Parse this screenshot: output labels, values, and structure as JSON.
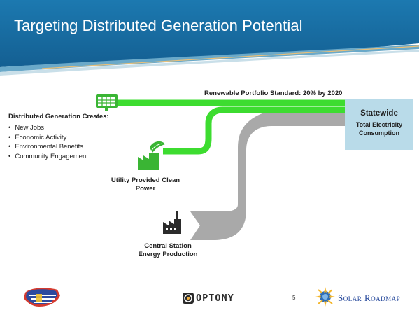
{
  "slide": {
    "title": "Targeting Distributed Generation Potential",
    "page_number": "5"
  },
  "distributed_generation": {
    "heading": "Distributed Generation Creates:",
    "items": [
      "New Jobs",
      "Economic Activity",
      "Environmental Benefits",
      "Community Engagement"
    ]
  },
  "flows": {
    "rps_label": "Renewable Portfolio Standard: 20% by 2020",
    "utility_label": "Utility Provided Clean Power",
    "central_label": "Central Station Energy Production"
  },
  "statewide": {
    "title": "Statewide",
    "subtitle": "Total Electricity Consumption"
  },
  "logos": {
    "optony": "OPTONY",
    "solar_roadmap": "Solar Roadmap"
  },
  "icons": [
    "solar-panel-icon",
    "clean-power-icon",
    "factory-icon",
    "asu-logo",
    "optony-logo",
    "solar-roadmap-logo"
  ],
  "colors": {
    "header_blue": "#1b6ea3",
    "flow_green": "#3ddc30",
    "flow_gray": "#a8a8a8",
    "statewide_box": "#b9dbe9"
  }
}
